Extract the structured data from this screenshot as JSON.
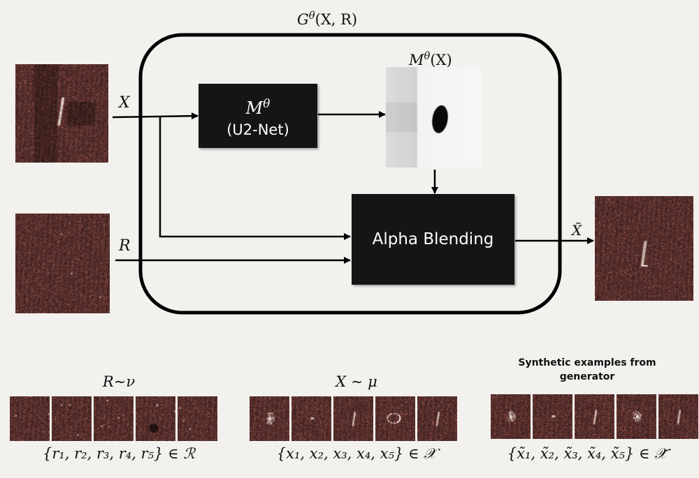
{
  "generator": {
    "label": "G",
    "label_sup": "θ",
    "label_args": "(X, R)"
  },
  "segmenter": {
    "title": "M",
    "title_sup": "θ",
    "subtitle": "(U2-Net)"
  },
  "mask": {
    "label": "M",
    "label_sup": "θ",
    "label_args": "(X)"
  },
  "blending": {
    "label": "Alpha Blending"
  },
  "inputs": {
    "x_label": "X",
    "r_label": "R",
    "output_label": "X̃"
  },
  "bottom": {
    "background": {
      "title": "R∼ν",
      "set_label": "{r₁, r₂, r₃, r₄, r₅} ∈ ℛ",
      "count": 5
    },
    "objects": {
      "title": "X ∼ μ",
      "set_label": "{x₁, x₂, x₃, x₄, x₅} ∈ 𝒳",
      "count": 5
    },
    "synthetic": {
      "title": "Synthetic examples from generator",
      "set_label": "{x̃₁, x̃₂, x̃₃, x̃₄, x̃₅} ∈ 𝒳̃",
      "count": 5
    }
  },
  "colors": {
    "background": "#f2f1ee",
    "block": "#151515",
    "sar_base": "#3a1e1c",
    "stroke": "#000000"
  }
}
